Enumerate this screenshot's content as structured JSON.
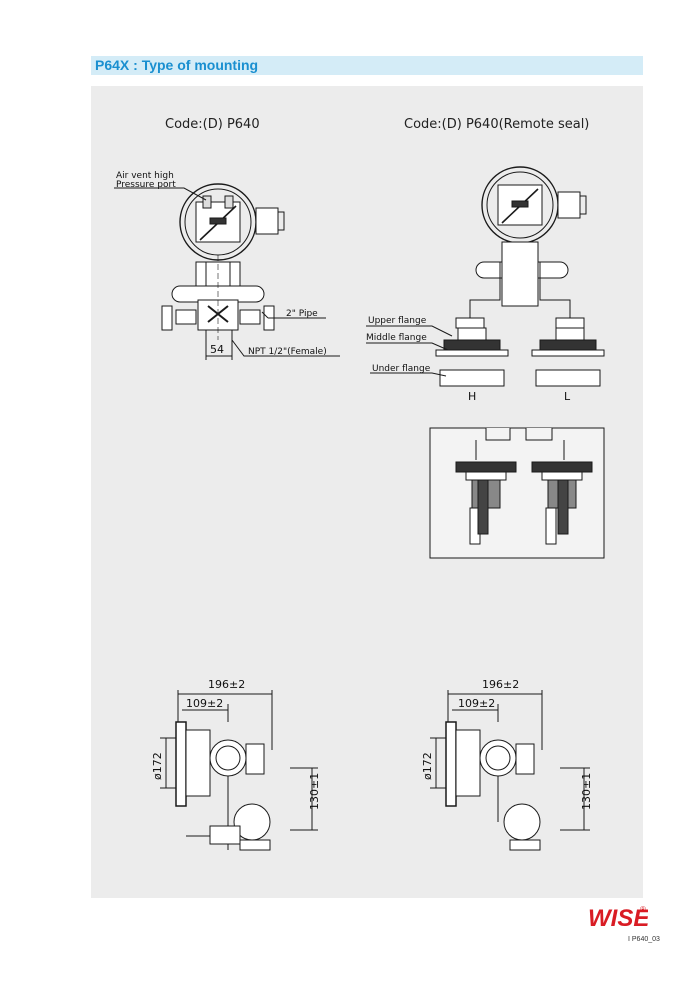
{
  "header": {
    "title": "P64X : Type of mounting"
  },
  "codes": {
    "left": "Code:(D)  P640",
    "right": "Code:(D)  P640(Remote seal)"
  },
  "left_labels": {
    "air_vent_1": "Air vent high",
    "air_vent_2": "Pressure port",
    "pipe": "2\" Pipe",
    "npt": "NPT 1/2\"(Female)",
    "dim_54": "54"
  },
  "right_labels": {
    "upper": "Upper flange",
    "middle": "Middle flange",
    "under": "Under flange",
    "h": "H",
    "l": "L"
  },
  "bottom_left": {
    "d196": "196±2",
    "d109": "109±2",
    "d172": "ø172",
    "d130": "130±1"
  },
  "bottom_right": {
    "d196": "196±2",
    "d109": "109±2",
    "d172": "ø172",
    "d130": "130±1"
  },
  "footer": {
    "brand": "WISE",
    "reg": "®",
    "doc_id": "I P640_03"
  },
  "colors": {
    "brand": "#d91c24",
    "header_text": "#1a8fd0",
    "header_bg": "#d4ecf7",
    "panel_bg": "#ececec"
  }
}
